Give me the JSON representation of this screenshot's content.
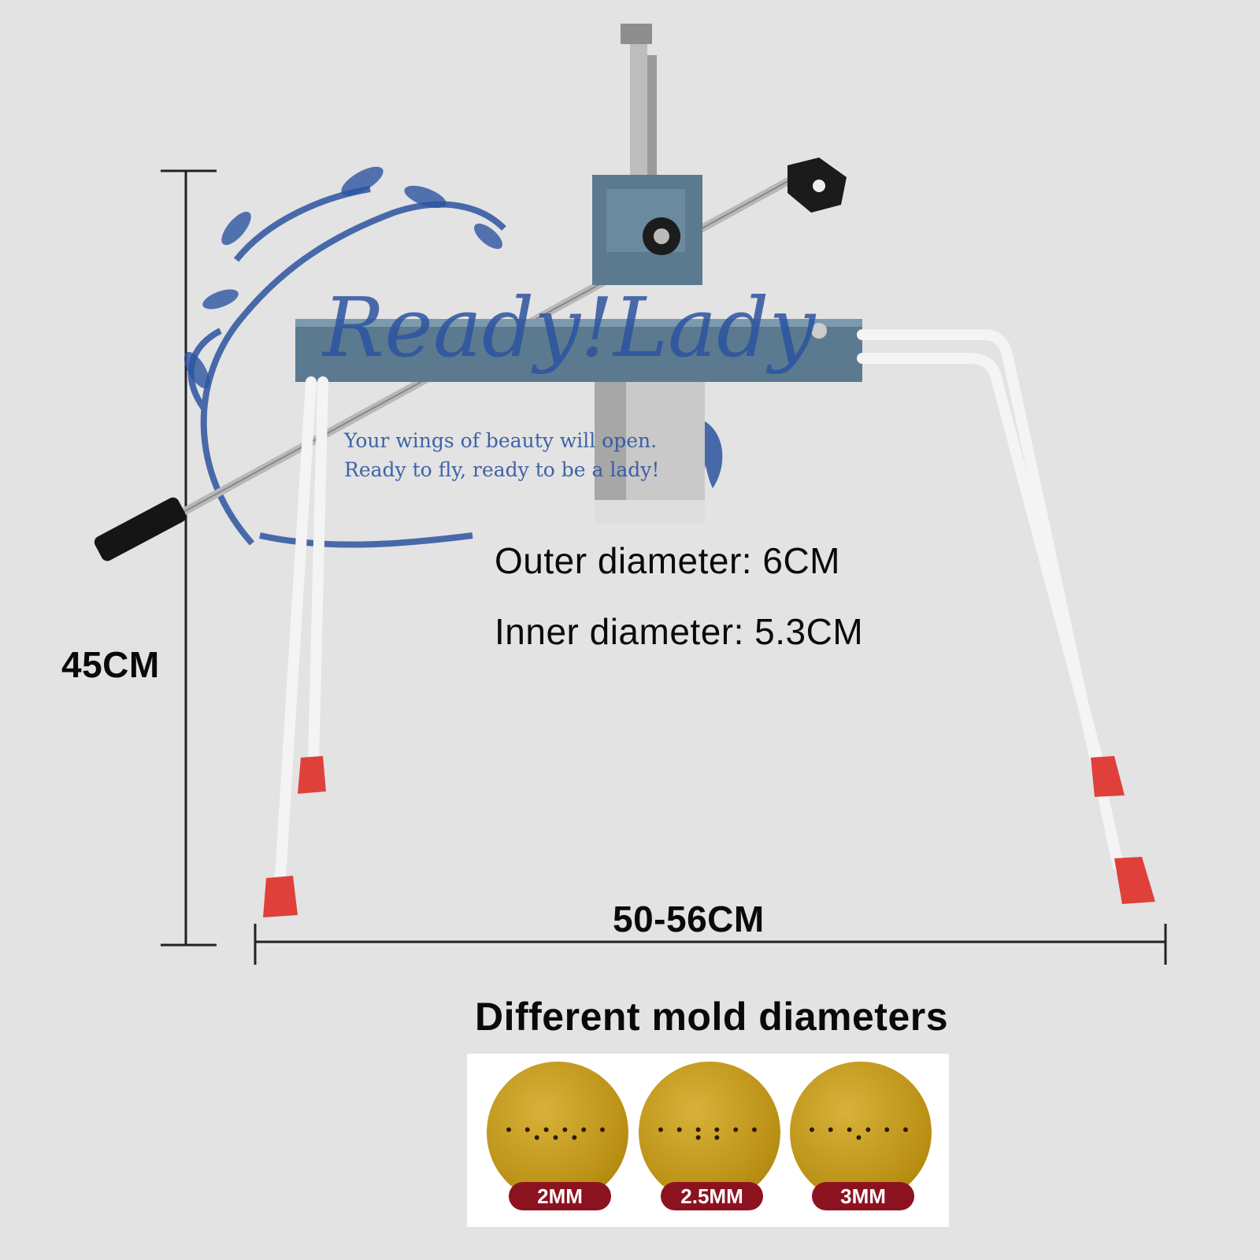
{
  "annotations": {
    "outer_diameter": "Outer diameter: 6CM",
    "inner_diameter": "Inner diameter: 5.3CM",
    "height": "45CM",
    "width": "50-56CM",
    "molds_title": "Different mold diameters"
  },
  "watermark": {
    "brand": "Ready!Lady",
    "line1": "Your wings of beauty will open.",
    "line2": "Ready to fly, ready to be a lady!"
  },
  "molds": [
    {
      "size": "2MM"
    },
    {
      "size": "2.5MM"
    },
    {
      "size": "3MM"
    }
  ],
  "colors": {
    "background": "#e3e3e3",
    "frame_blue": "#5b7a90",
    "feet_red": "#e0403a",
    "mold_gold": "#c7a024",
    "badge_red": "#8d1220",
    "watermark_blue": "#2c54a0"
  }
}
